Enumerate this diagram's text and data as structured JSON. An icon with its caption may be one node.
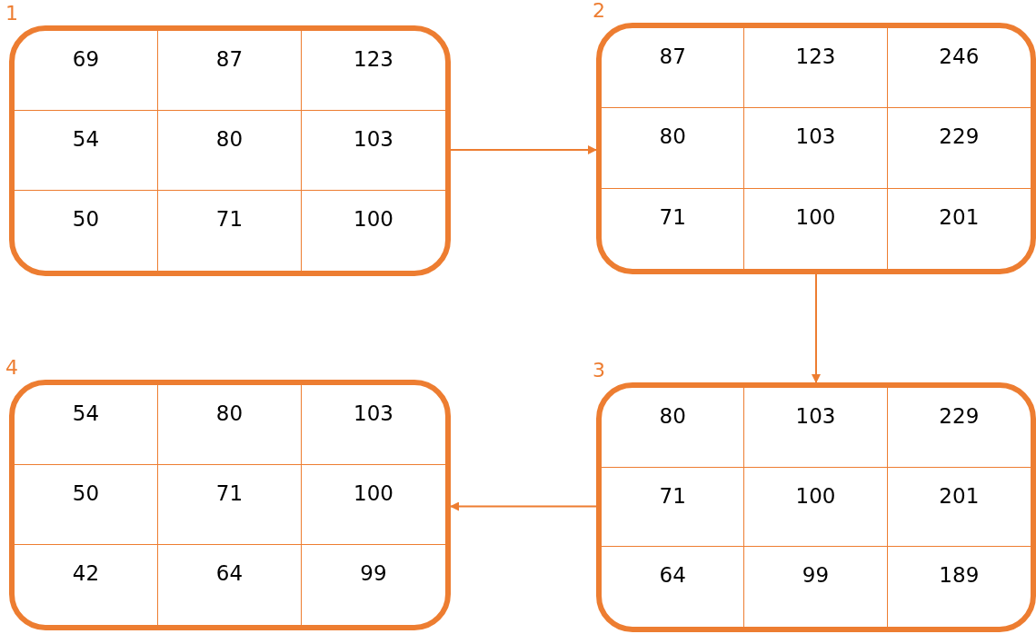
{
  "diagram": {
    "nodes": [
      {
        "text": [
          "69",
          "87",
          "123",
          "54",
          "80",
          "103",
          "50",
          "71",
          "100"
        ],
        "beside": [
          "1"
        ]
      },
      {
        "text": [
          "87",
          "123",
          "246",
          "80",
          "103",
          "229",
          "71",
          "100",
          "201"
        ],
        "beside": [
          "2"
        ]
      },
      {
        "text": [
          "80",
          "103",
          "229",
          "71",
          "100",
          "201",
          "64",
          "99",
          "189"
        ],
        "beside": [
          "3"
        ]
      },
      {
        "text": [
          "54",
          "80",
          "103",
          "50",
          "71",
          "100",
          "42",
          "64",
          "99"
        ],
        "beside": [
          "4"
        ]
      }
    ],
    "edges": [
      {
        "from": 0,
        "to": 1,
        "arrow": "to"
      },
      {
        "from": 1,
        "to": 2,
        "arrow": "to"
      },
      {
        "from": 2,
        "to": 3,
        "arrow": "to"
      }
    ]
  }
}
